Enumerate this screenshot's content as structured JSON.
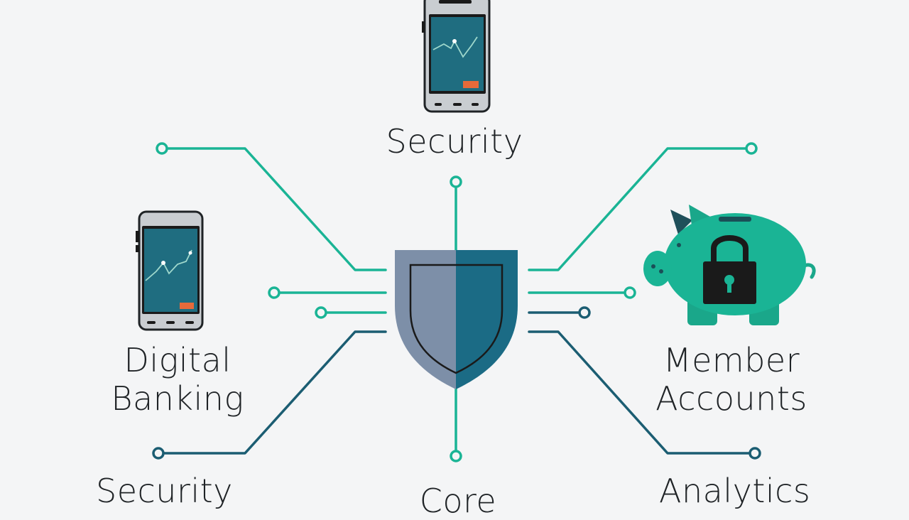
{
  "labels": {
    "top": "Security",
    "left_line1": "Digital",
    "left_line2": "Banking",
    "right_line1": "Member",
    "right_line2": "Accounts",
    "bottom_left": "Security",
    "bottom_center": "Core",
    "bottom_right": "Analytics"
  },
  "icons": {
    "top": "smartphone-chart-icon",
    "left": "smartphone-chart-icon",
    "center": "shield-icon",
    "right": "piggy-bank-lock-icon"
  },
  "colors": {
    "background": "#f4f5f6",
    "teal": "#1ab495",
    "dark_teal": "#1b5d72",
    "slate": "#7d8fa8",
    "text": "#1f2326",
    "black": "#1a1a1a"
  }
}
